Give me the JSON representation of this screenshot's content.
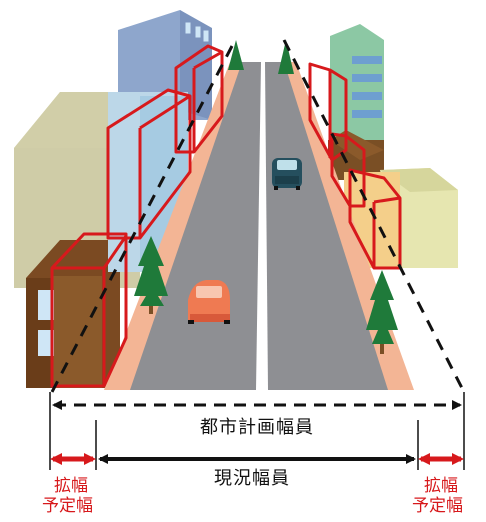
{
  "labels": {
    "city_plan_width": "都市計画幅員",
    "current_width": "現況幅員",
    "expansion_left_line1": "拡幅",
    "expansion_left_line2": "予定幅",
    "expansion_right_line1": "拡幅",
    "expansion_right_line2": "予定幅"
  },
  "colors": {
    "red": "#d7191c",
    "road": "#8e8f93",
    "sidewalk": "#f3b595",
    "dashed_line": "#111111"
  }
}
